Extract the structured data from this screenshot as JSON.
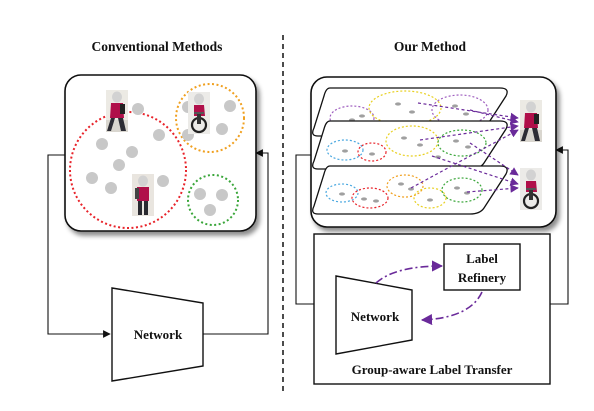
{
  "left_panel": {
    "title": "Conventional Methods",
    "network_label": "Network"
  },
  "right_panel": {
    "title": "Our Method",
    "network_label": "Network",
    "refinery_label_line1": "Label",
    "refinery_label_line2": "Refinery",
    "module_caption": "Group-aware Label Transfer"
  },
  "colors": {
    "cluster_red": "#e8232a",
    "cluster_orange": "#f0a020",
    "cluster_green": "#3aa63a",
    "cluster_blue": "#4aa8e0",
    "cluster_yellow": "#e8d020",
    "cluster_purple": "#a060c0",
    "arrow_purple": "#6a2a9a",
    "border": "#111111"
  },
  "icons": {
    "pedestrian_walking": "pedestrian-walking-image",
    "pedestrian_standing": "pedestrian-standing-image",
    "pedestrian_cyclist": "pedestrian-cyclist-image"
  }
}
